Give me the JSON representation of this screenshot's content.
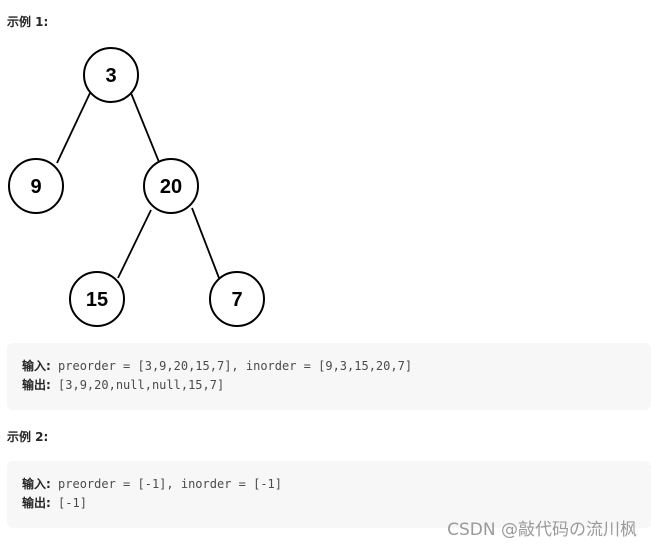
{
  "examples": [
    {
      "title": "示例 1:",
      "tree": {
        "nodes": [
          "3",
          "9",
          "20",
          "15",
          "7"
        ]
      },
      "input_label": "输入:",
      "input_text": " preorder = [3,9,20,15,7], inorder = [9,3,15,20,7]",
      "output_label": "输出:",
      "output_text": " [3,9,20,null,null,15,7]"
    },
    {
      "title": "示例 2:",
      "input_label": "输入:",
      "input_text": " preorder = [-1], inorder = [-1]",
      "output_label": "输出:",
      "output_text": " [-1]"
    }
  ],
  "watermark": "CSDN @敲代码の流川枫"
}
